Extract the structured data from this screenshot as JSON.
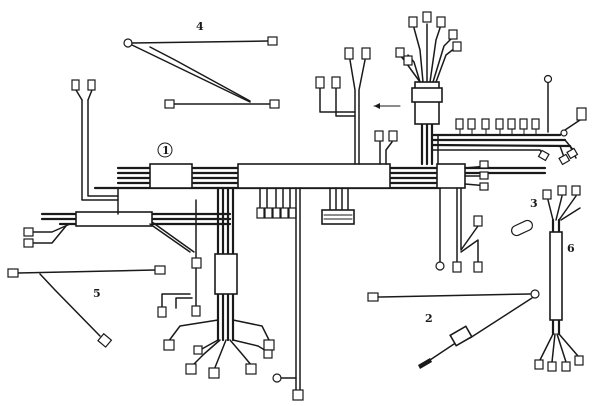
{
  "diagram": {
    "labels": {
      "one": "1",
      "two": "2",
      "three": "3",
      "four": "4",
      "five": "5",
      "six": "6"
    },
    "colors": {
      "ink": "#1a1a1a",
      "paper": "#ffffff"
    }
  }
}
